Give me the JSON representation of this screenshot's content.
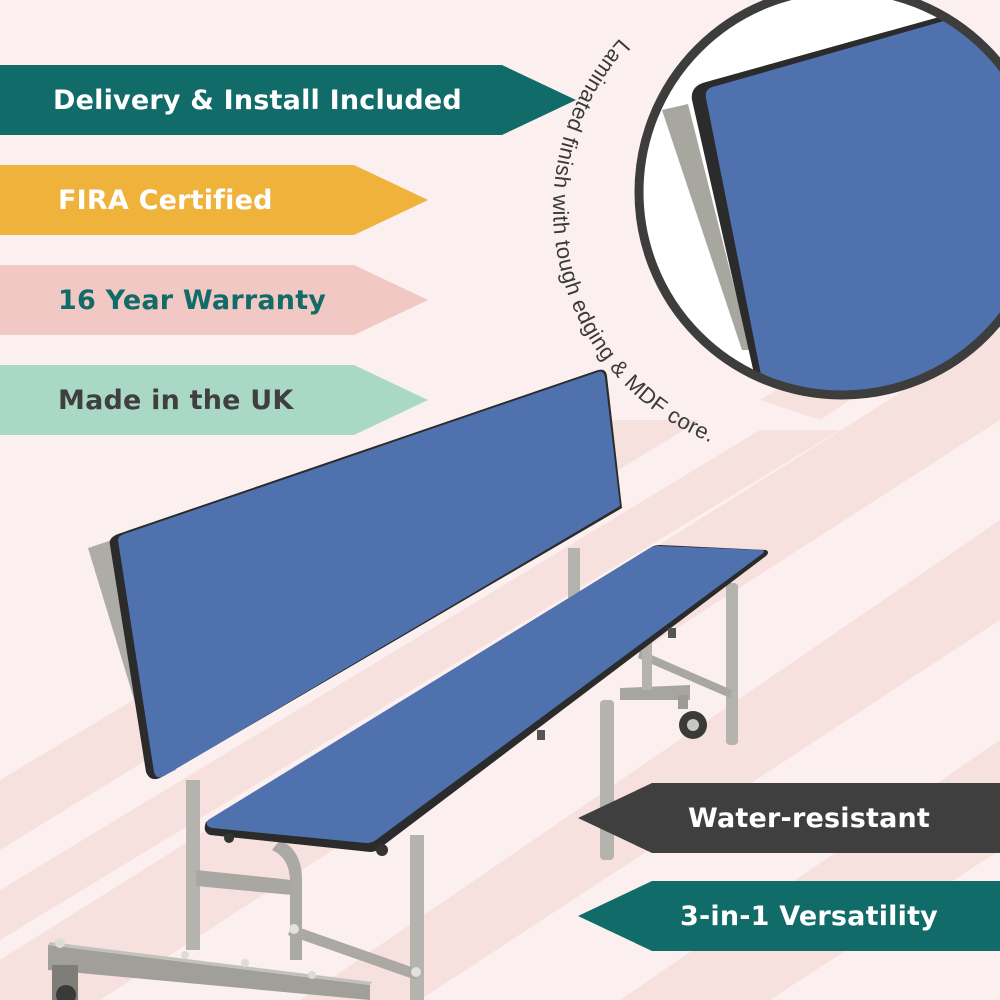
{
  "colors": {
    "background": "#fbf0ef",
    "stripe": "#f7e1df",
    "teal": "#116b69",
    "yellow": "#efb23a",
    "pink": "#f1c8c3",
    "mint": "#a9d9c6",
    "dark": "#3f3f3f",
    "bench_blue": "#4f72ae",
    "frame_grey": "#b4b3ad",
    "edge_black": "#2b2b2b"
  },
  "left_banners": [
    {
      "label": "Delivery & Install Included",
      "bg": "#116b69",
      "fg": "#ffffff"
    },
    {
      "label": "FIRA Certified",
      "bg": "#efb23a",
      "fg": "#ffffff"
    },
    {
      "label": "16 Year Warranty",
      "bg": "#f1c8c3",
      "fg": "#116b69"
    },
    {
      "label": "Made in the UK",
      "bg": "#a9d9c6",
      "fg": "#3f3f3f"
    }
  ],
  "right_banners": [
    {
      "label": "Water-resistant",
      "bg": "#3f3f3f",
      "fg": "#ffffff"
    },
    {
      "label": "3-in-1 Versatility",
      "bg": "#116b69",
      "fg": "#ffffff"
    }
  ],
  "callout": {
    "text": "Laminated finish with tough edging & MDF core."
  },
  "product": {
    "name": "folding bench with backrest",
    "color": "blue"
  }
}
